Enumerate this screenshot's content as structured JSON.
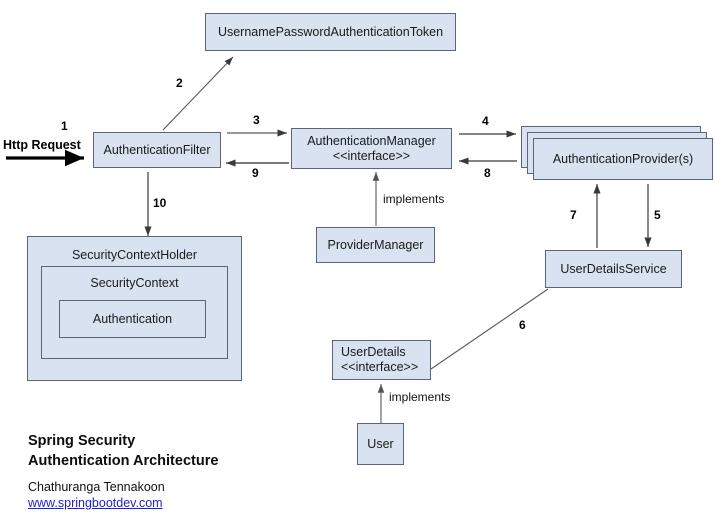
{
  "diagram": {
    "title_line1": "Spring Security",
    "title_line2": "Authentication Architecture",
    "author": "Chathuranga Tennakoon",
    "website": "www.springbootdev.com",
    "entry_label": "Http Request"
  },
  "nodes": {
    "token": {
      "label": "UsernamePasswordAuthenticationToken"
    },
    "filter": {
      "label": "AuthenticationFilter"
    },
    "manager": {
      "label": "AuthenticationManager",
      "stereotype": "<<interface>>"
    },
    "provider": {
      "label": "AuthenticationProvider(s)"
    },
    "provider_manager": {
      "label": "ProviderManager"
    },
    "user_details_service": {
      "label": "UserDetailsService"
    },
    "user_details": {
      "label": "UserDetails",
      "stereotype": "<<interface>>"
    },
    "user": {
      "label": "User"
    },
    "security_context_holder": {
      "label": "SecurityContextHolder"
    },
    "security_context": {
      "label": "SecurityContext"
    },
    "authentication": {
      "label": "Authentication"
    }
  },
  "edges": [
    {
      "id": "e1",
      "label": "1",
      "from": "http-request",
      "to": "filter"
    },
    {
      "id": "e2",
      "label": "2",
      "from": "filter",
      "to": "token"
    },
    {
      "id": "e3",
      "label": "3",
      "from": "filter",
      "to": "manager"
    },
    {
      "id": "e4",
      "label": "4",
      "from": "manager",
      "to": "provider"
    },
    {
      "id": "e5",
      "label": "5",
      "from": "provider",
      "to": "user-details-service"
    },
    {
      "id": "e6",
      "label": "6",
      "from": "user-details-service",
      "to": "user-details"
    },
    {
      "id": "e7",
      "label": "7",
      "from": "user-details-service",
      "to": "provider"
    },
    {
      "id": "e8",
      "label": "8",
      "from": "provider",
      "to": "manager"
    },
    {
      "id": "e9",
      "label": "9",
      "from": "manager",
      "to": "filter"
    },
    {
      "id": "e10",
      "label": "10",
      "from": "filter",
      "to": "security-context-holder"
    }
  ],
  "annotations": {
    "implements_provider_manager": "implements",
    "implements_user": "implements"
  },
  "colors": {
    "node_fill": "#d9e2f1",
    "node_border": "#5b6575",
    "link": "#2222cc",
    "text": "#111111"
  }
}
